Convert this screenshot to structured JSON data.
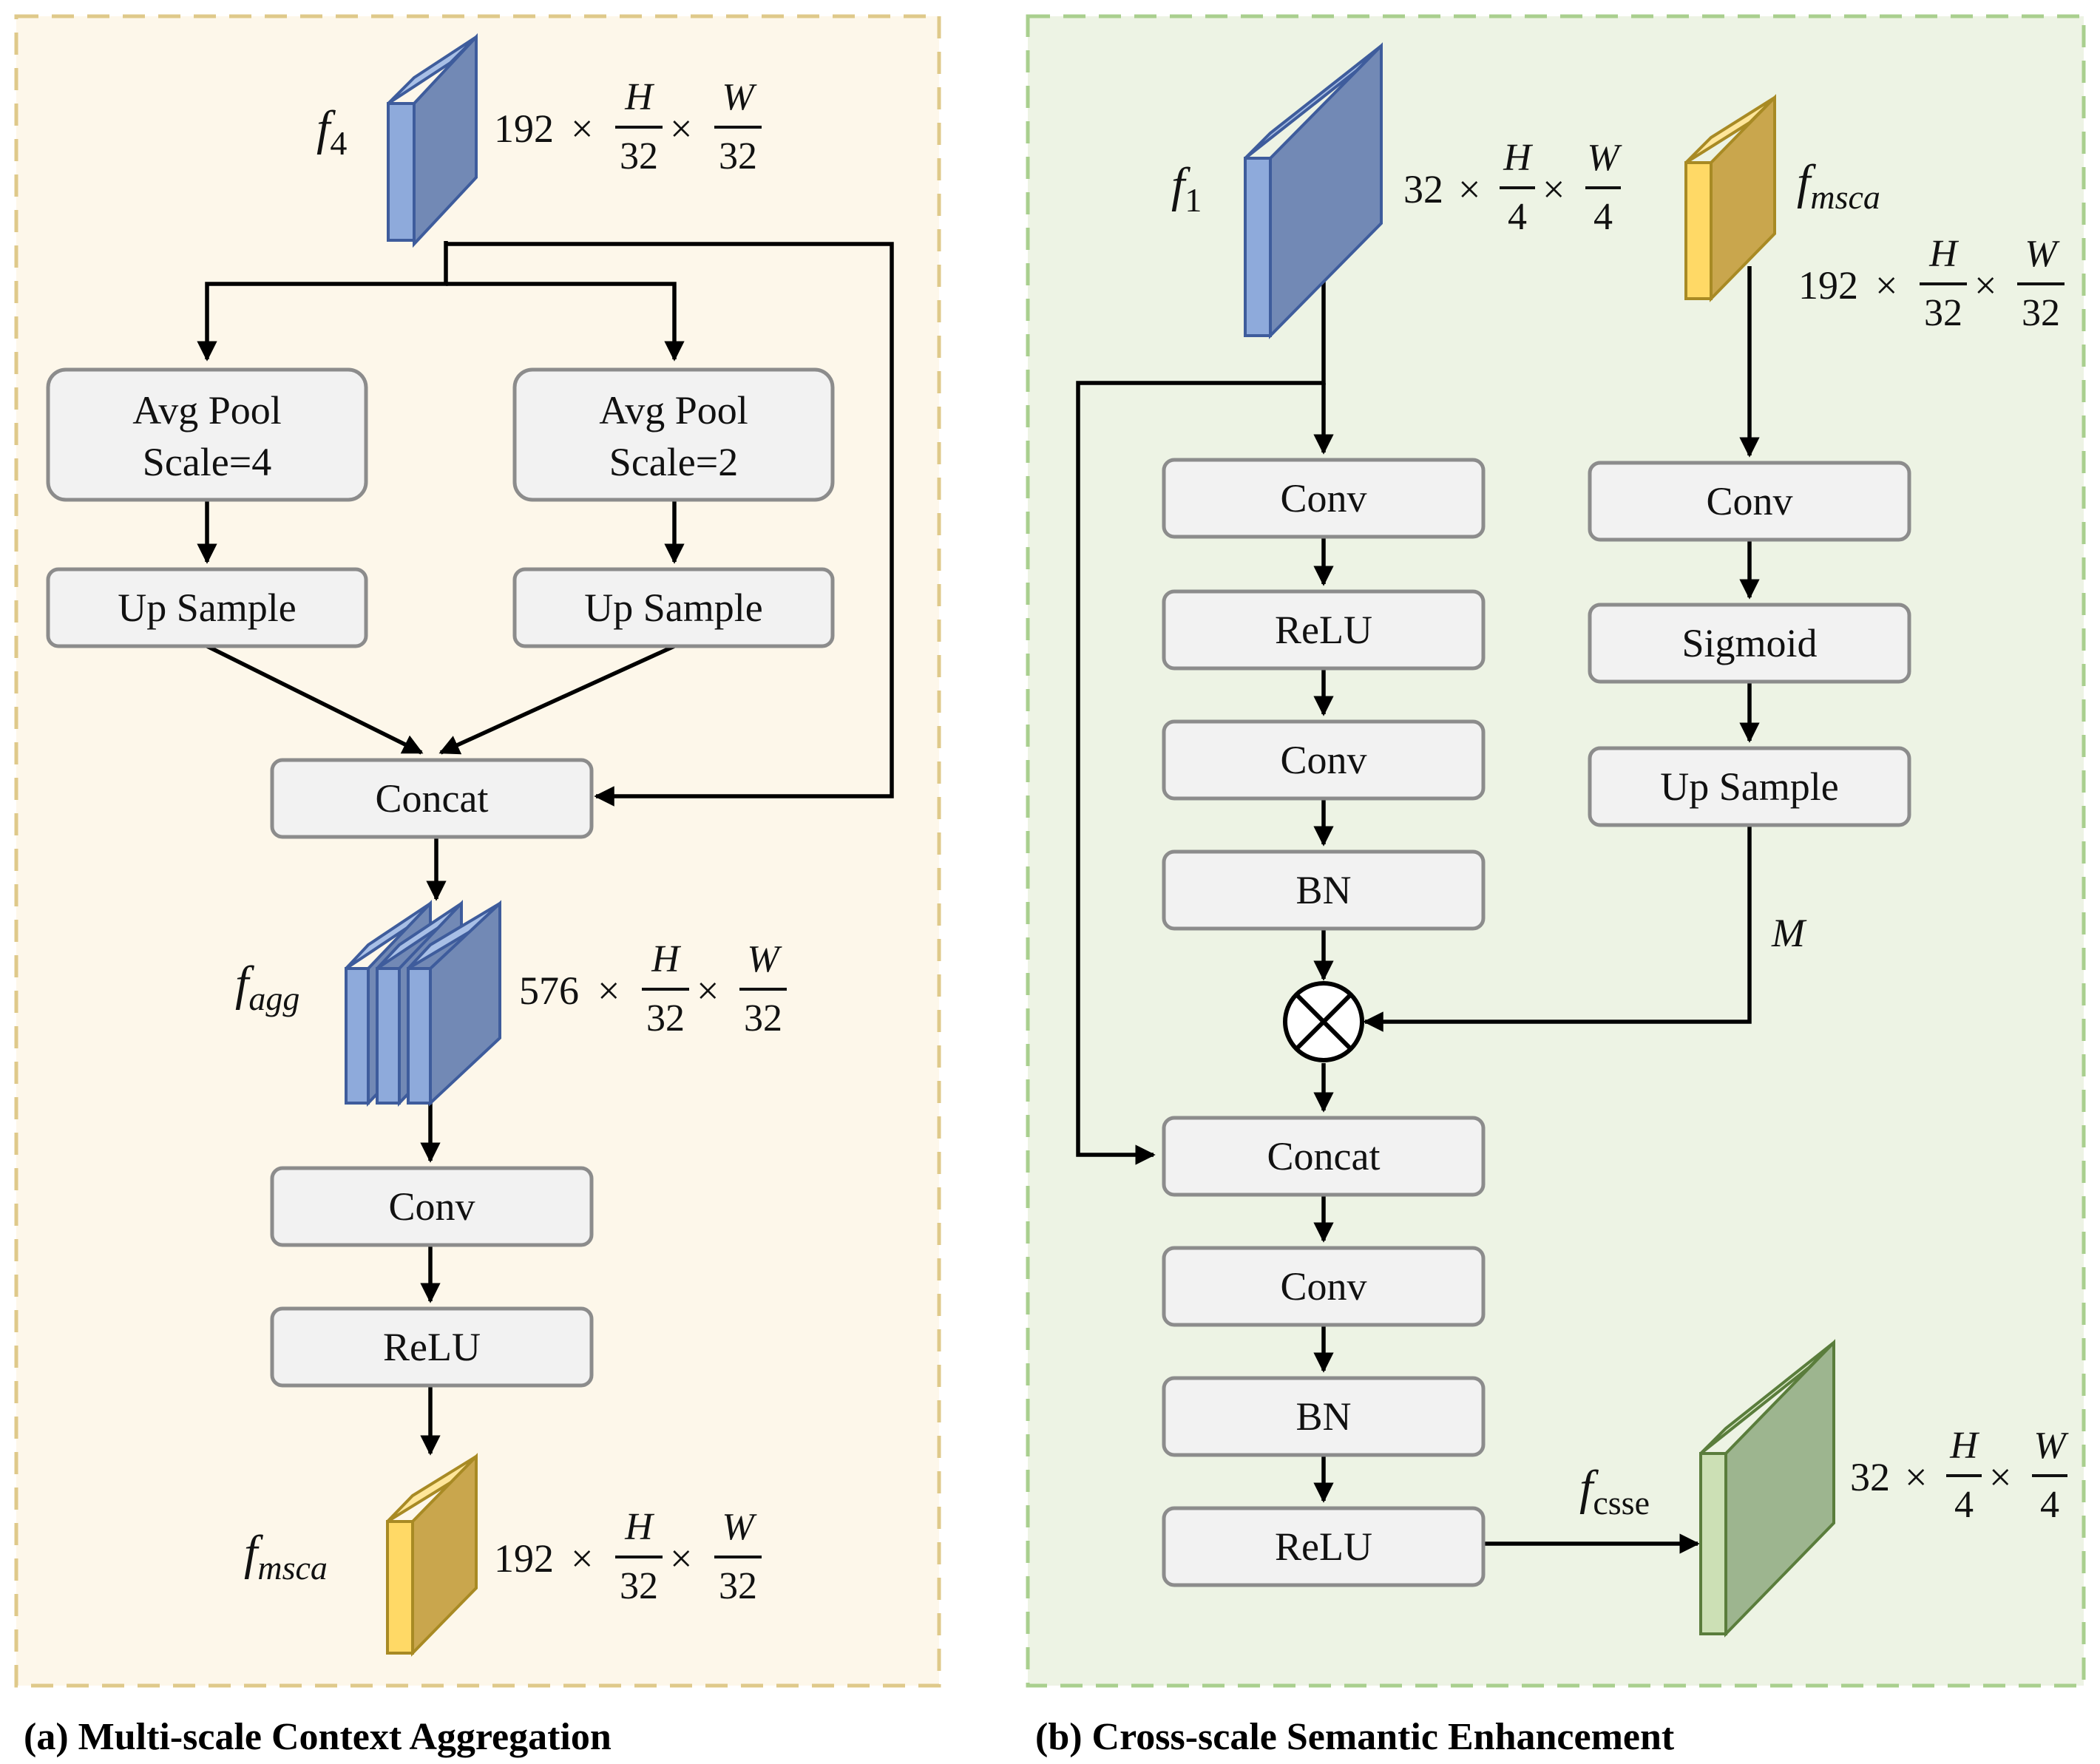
{
  "panel_a": {
    "caption": "(a) Multi-scale Context Aggregation",
    "boxes": {
      "avg_pool_4": [
        "Avg Pool",
        "Scale=4"
      ],
      "avg_pool_2": [
        "Avg Pool",
        "Scale=2"
      ],
      "up_sample_left": "Up Sample",
      "up_sample_right": "Up Sample",
      "concat": "Concat",
      "conv": "Conv",
      "relu": "ReLU"
    },
    "tensors": {
      "f4": {
        "symbol": "f",
        "sub": "4",
        "channels": "192",
        "h": "H",
        "h_div": "32",
        "w": "W",
        "w_div": "32"
      },
      "fagg": {
        "symbol": "f",
        "sub": "agg",
        "channels": "576",
        "h": "H",
        "h_div": "32",
        "w": "W",
        "w_div": "32"
      },
      "fmsca": {
        "symbol": "f",
        "sub": "msca",
        "channels": "192",
        "h": "H",
        "h_div": "32",
        "w": "W",
        "w_div": "32"
      }
    }
  },
  "panel_b": {
    "caption": "(b) Cross-scale Semantic Enhancement",
    "boxes": {
      "conv1": "Conv",
      "relu1": "ReLU",
      "conv2": "Conv",
      "bn1": "BN",
      "concat": "Concat",
      "conv3": "Conv",
      "bn2": "BN",
      "relu2": "ReLU",
      "conv_m": "Conv",
      "sigmoid": "Sigmoid",
      "up_sample": "Up Sample"
    },
    "mask_label": "M",
    "tensors": {
      "f1": {
        "symbol": "f",
        "sub": "1",
        "channels": "32",
        "h": "H",
        "h_div": "4",
        "w": "W",
        "w_div": "4"
      },
      "fmsca": {
        "symbol": "f",
        "sub": "msca",
        "channels": "192",
        "h": "H",
        "h_div": "32",
        "w": "W",
        "w_div": "32"
      },
      "fcsse": {
        "symbol": "f",
        "sub": "csse",
        "channels": "32",
        "h": "H",
        "h_div": "4",
        "w": "W",
        "w_div": "4"
      }
    }
  },
  "colors": {
    "panel_a_bg": "#fdf7ea",
    "panel_a_border": "#dfc98a",
    "panel_b_bg": "#edf3e4",
    "panel_b_border": "#a9cf8e",
    "blue_front": "#8eaadb",
    "blue_side": "#7289b5",
    "blue_edge": "#3e5c9c",
    "yellow_front": "#ffd966",
    "yellow_side": "#c9a64d",
    "yellow_edge": "#a88a24",
    "green_front": "#cce0b5",
    "green_side": "#9db58f",
    "green_edge": "#5a7d3c",
    "box_fill": "#f2f2f2",
    "box_border": "#8c8c8c"
  }
}
